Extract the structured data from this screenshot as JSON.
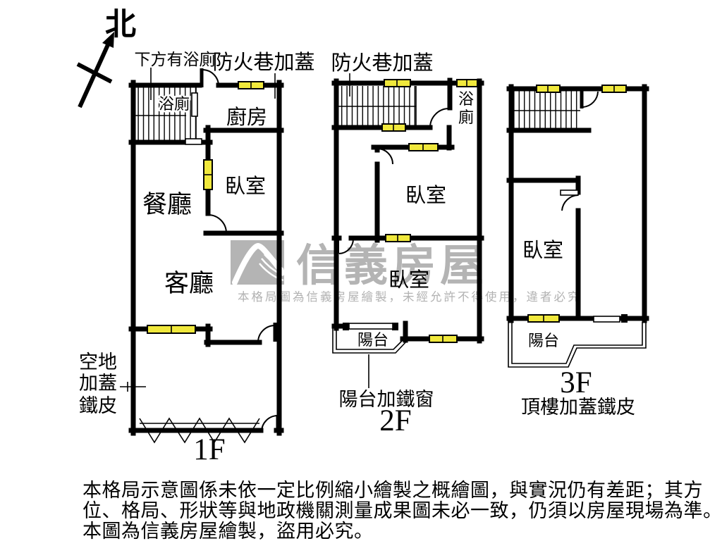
{
  "compass": {
    "north": "北"
  },
  "labels": {
    "below_bath": "下方有浴廁",
    "firelane_1f": "防火巷加蓋",
    "firelane_2f": "防火巷加蓋",
    "openland_1": "空地",
    "openland_2": "加蓋",
    "openland_3": "鐵皮",
    "balcony_iron": "陽台加鐵窗",
    "rooftop_iron": "頂樓加蓋鐵皮"
  },
  "floor1": {
    "label": "1F",
    "bath": "浴廁",
    "kitchen": "廚房",
    "bedroom": "臥室",
    "dining": "餐廳",
    "living": "客廳"
  },
  "floor2": {
    "label": "2F",
    "bath_top": "浴",
    "bath_bottom": "廁",
    "bedroom_upper": "臥室",
    "bedroom_lower": "臥室",
    "balcony": "陽台"
  },
  "floor3": {
    "label": "3F",
    "bedroom": "臥室",
    "balcony": "陽台"
  },
  "watermark": {
    "brand": "信義房屋",
    "notice": "本格局圖為信義房屋繪製，未經允許不得使用，違者必究"
  },
  "disclaimer": {
    "line1": "本格局示意圖係未依一定比例縮小繪製之概繪圖，與實況仍有差距；其方",
    "line2": "位、格局、形狀等與地政機關測量成果圖未必一致，仍須以房屋現場為準。",
    "line3": "本圖為信義房屋繪製，盜用必究。"
  },
  "colors": {
    "wall": "#000000",
    "window_fill": "#f0e83c",
    "watermark_gray": "#b4b4b4"
  }
}
